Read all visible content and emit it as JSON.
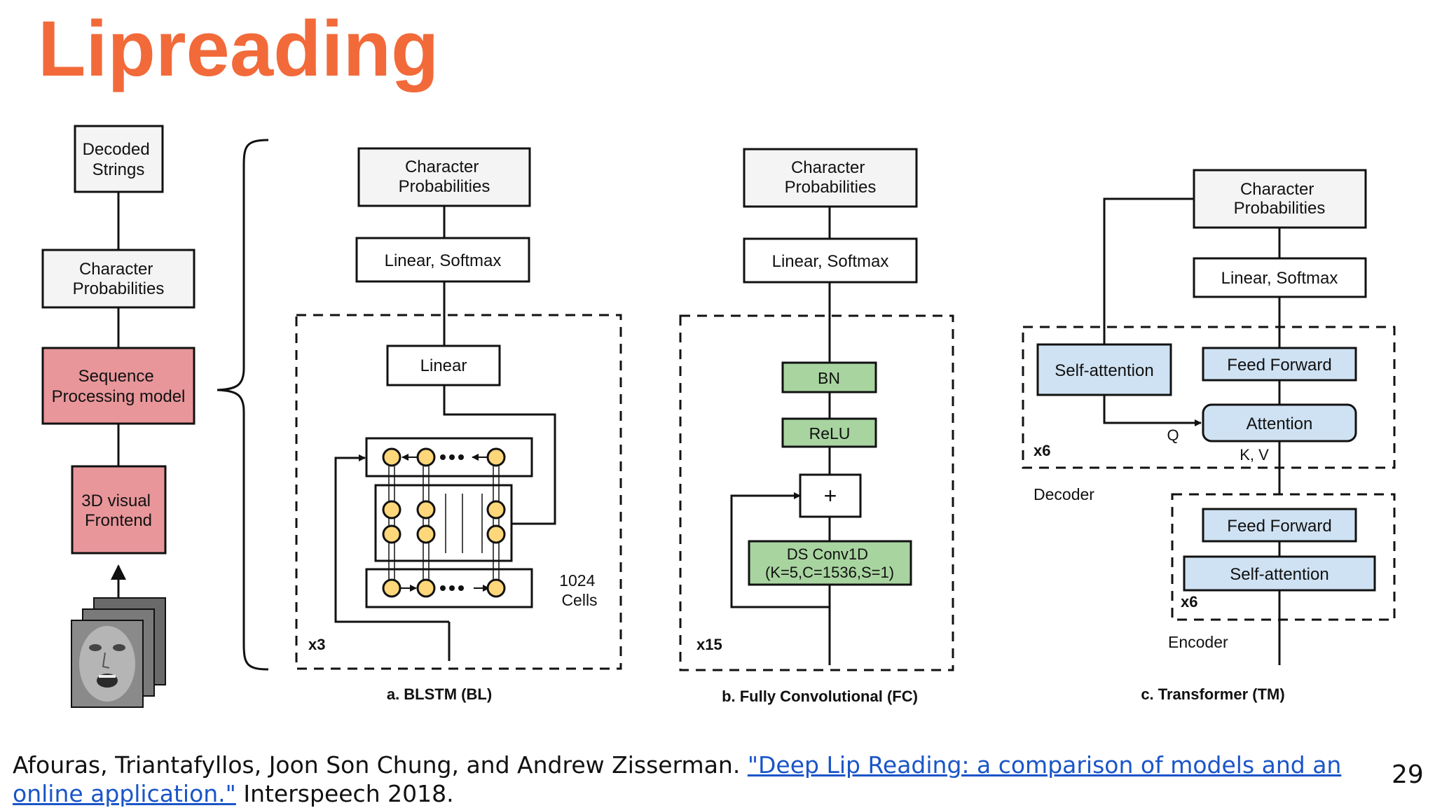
{
  "title": "Lipreading",
  "colors": {
    "title": "#f26a3a",
    "box_fill": "#f4f4f4",
    "pink": "#e8969a",
    "green": "#a8d4a0",
    "blue": "#cfe2f3",
    "link": "#1a55c8"
  },
  "pipeline": {
    "decoded": [
      "Decoded",
      "Strings"
    ],
    "probs": [
      "Character",
      "Probabilities"
    ],
    "seq": [
      "Sequence",
      "Processing model"
    ],
    "front": [
      "3D visual",
      "Frontend"
    ],
    "face_icon": "face-image-stack-icon"
  },
  "bl": {
    "probs": [
      "Character",
      "Probabilities"
    ],
    "linsoft": "Linear, Softmax",
    "linear": "Linear",
    "cells": [
      "1024",
      "Cells"
    ],
    "rep": "x3",
    "caption": "a. BLSTM (BL)"
  },
  "fc": {
    "probs": [
      "Character",
      "Probabilities"
    ],
    "linsoft": "Linear, Softmax",
    "bn": "BN",
    "relu": "ReLU",
    "plus": "+",
    "ds": [
      "DS Conv1D",
      "(K=5,C=1536,S=1)"
    ],
    "rep": "x15",
    "caption": "b. Fully Convolutional (FC)"
  },
  "tm": {
    "probs": [
      "Character",
      "Probabilities"
    ],
    "linsoft": "Linear, Softmax",
    "selfatt": "Self-attention",
    "ff": "Feed Forward",
    "att": "Attention",
    "q": "Q",
    "kv": "K, V",
    "dec_rep": "x6",
    "dec_label": "Decoder",
    "enc_ff": "Feed Forward",
    "enc_selfatt": "Self-attention",
    "enc_rep": "x6",
    "enc_label": "Encoder",
    "caption": "c. Transformer (TM)"
  },
  "citation": {
    "authors": "Afouras, Triantafyllos, Joon Son Chung, and Andrew Zisserman. ",
    "link_text": "\"Deep Lip Reading: a comparison of models and an online application.\"",
    "venue": " Interspeech 2018."
  },
  "page_number": "29"
}
